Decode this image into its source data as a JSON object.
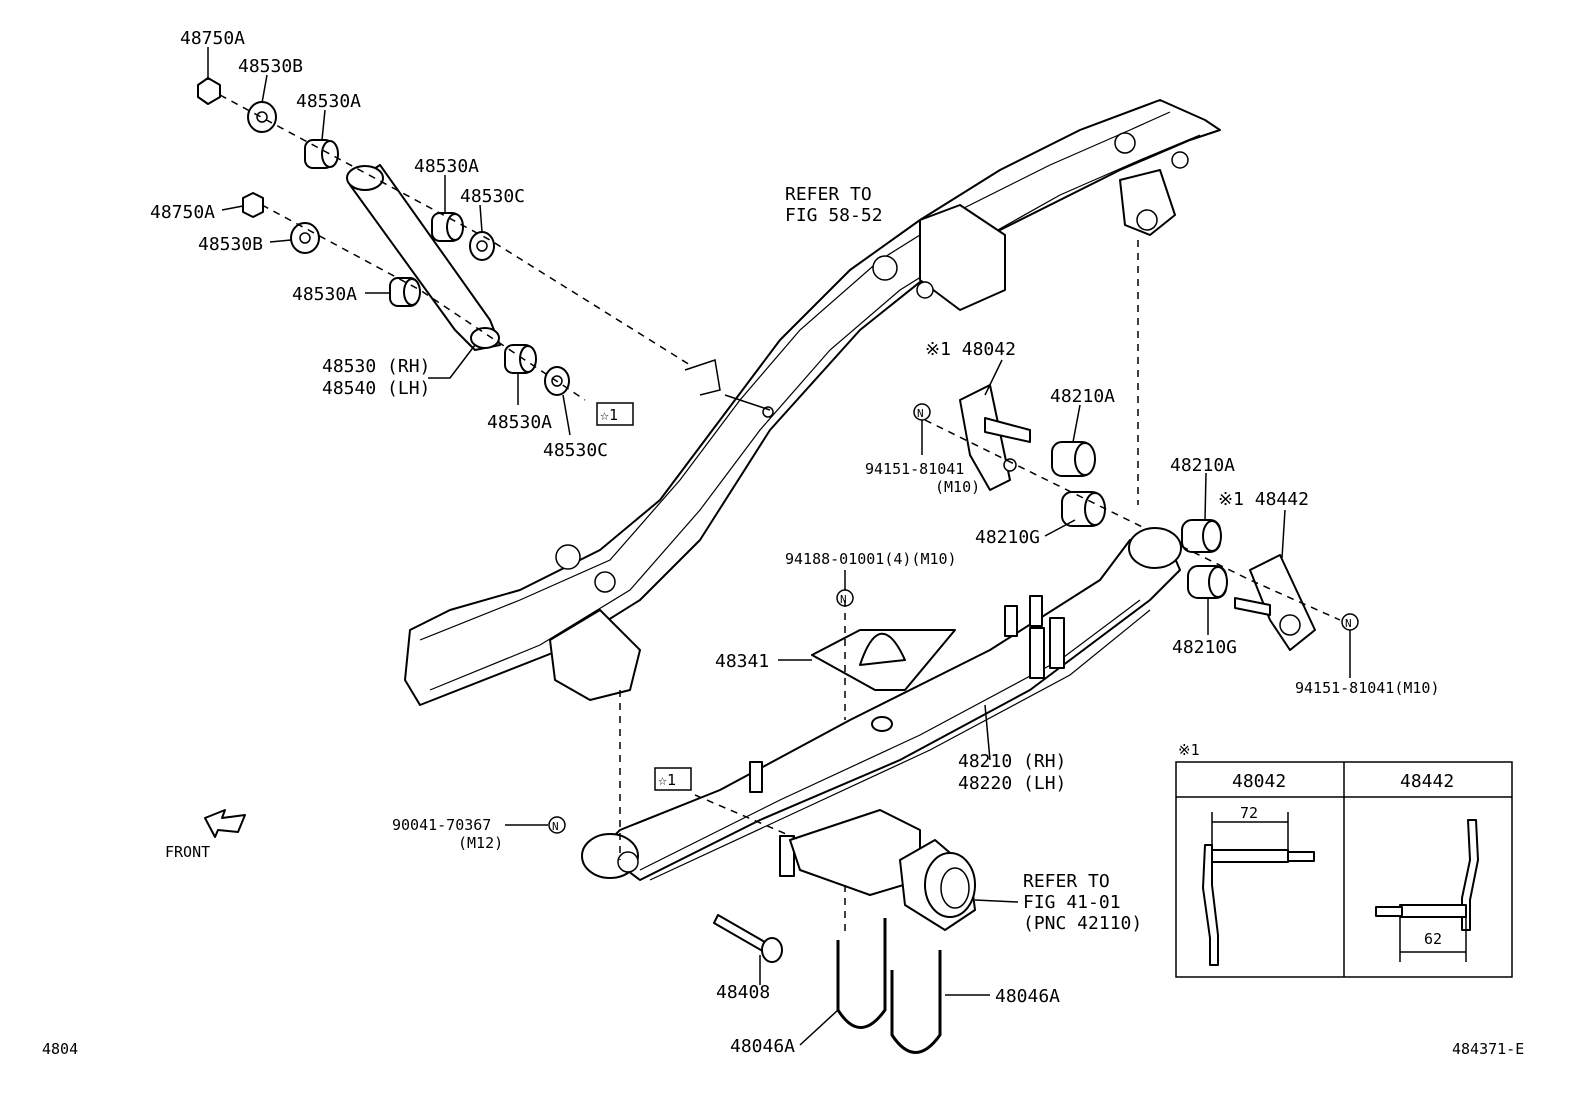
{
  "labels": {
    "p48750A_top": "48750A",
    "p48530B_top": "48530B",
    "p48530A_top": "48530A",
    "p48530A_mid": "48530A",
    "p48530C_mid": "48530C",
    "p48750A_mid": "48750A",
    "p48530B_mid": "48530B",
    "p48530A_low": "48530A",
    "p48530_rh": "48530 (RH)",
    "p48540_lh": "48540 (LH)",
    "p48530A_bot": "48530A",
    "p48530C_bot": "48530C",
    "star1_top": "☆1",
    "refer_frame_1": "REFER TO",
    "refer_frame_2": "FIG 58-52",
    "p48042_head": "※1 48042",
    "p48210A_left": "48210A",
    "bolt_94151_left": "94151-81041",
    "bolt_94151_left_size": "(M10)",
    "p48210G_left": "48210G",
    "p48210A_right": "48210A",
    "p48442_head": "※1 48442",
    "p48210G_right": "48210G",
    "bolt_94151_right": "94151-81041(M10)",
    "nut_94188": "94188-01001(4)(M10)",
    "p48341": "48341",
    "p48210_rh": "48210 (RH)",
    "p48220_lh": "48220 (LH)",
    "star1_low": "☆1",
    "bolt_90041": "90041-70367",
    "bolt_90041_size": "(M12)",
    "front": "FRONT",
    "p48408": "48408",
    "refer_axle_1": "REFER TO",
    "refer_axle_2": "FIG 41-01",
    "refer_axle_3": "(PNC 42110)",
    "p48046A_right": "48046A",
    "p48046A_left": "48046A",
    "page_code_left": "4804",
    "page_code_right": "484371-E",
    "n_mark": "N"
  },
  "inset": {
    "note": "※1",
    "col_left": "48042",
    "col_right": "48442",
    "dim_left": "72",
    "dim_right": "62"
  }
}
